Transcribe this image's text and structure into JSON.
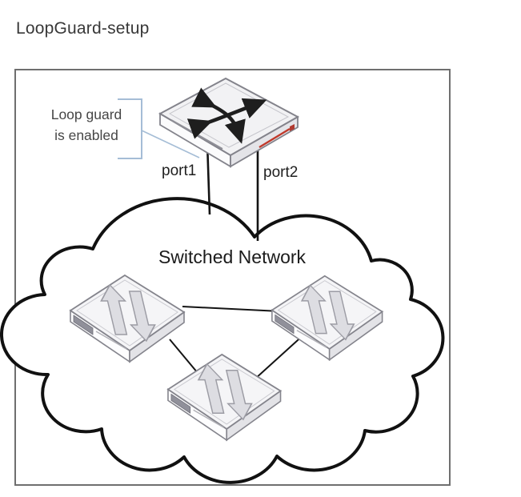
{
  "page": {
    "title": "LoopGuard-setup",
    "background": "#ffffff"
  },
  "diagram": {
    "frame_border_color": "#6f6f6f",
    "callout": {
      "line1": "Loop guard",
      "line2": "is enabled",
      "bracket_color": "#a5bdd6"
    },
    "top_switch": {
      "name": "loop-guard-switch",
      "icon": "crossed-arrows-switch-icon",
      "accent_stripe_color": "#c0392b"
    },
    "links": {
      "port1_label": "port1",
      "port2_label": "port2",
      "line_color": "#141414"
    },
    "cloud": {
      "label": "Switched Network",
      "outline_color": "#111111",
      "switch_icon": "bidirectional-arrows-switch-icon",
      "switch_count": 3
    }
  }
}
